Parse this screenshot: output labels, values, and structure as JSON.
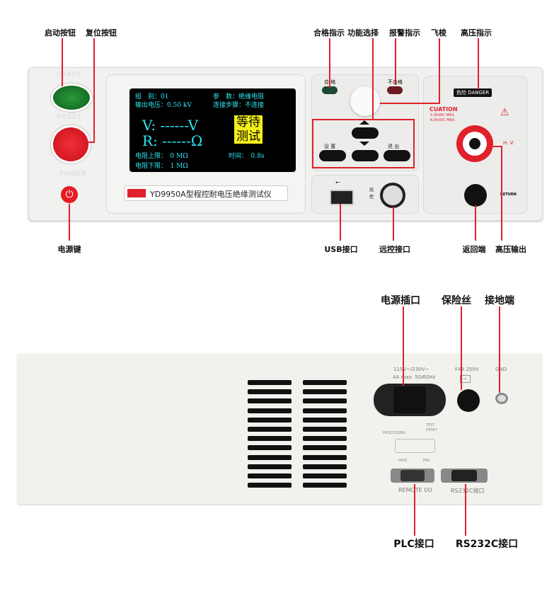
{
  "front": {
    "callouts_top": {
      "start": "启动按钮",
      "reset": "复位按钮",
      "pass": "合格指示",
      "function": "功能选择",
      "alarm": "报警指示",
      "shuttle": "飞梭",
      "hv_indicator": "高压指示"
    },
    "callouts_bottom": {
      "power": "电源键",
      "usb": "USB接口",
      "remote": "远控接口",
      "return": "返回端",
      "hv_output": "高压输出"
    },
    "panel_labels": {
      "start": "START",
      "reset": "RESET",
      "power": "POWER",
      "pass": "合 格",
      "fail": "不合格",
      "set": "设 置",
      "exit": "退 出",
      "remote": "远 控",
      "danger": "危险 DANGER",
      "caution": "CUATION",
      "vac": "5.0kVAC MAX.",
      "vdc": "6.0kVDC MAX.",
      "hv": "H. V.",
      "return": "RETURN"
    },
    "screen": {
      "group": "组　别：01",
      "param": "参　数：绝缘电阻",
      "voltage": "输出电压：0.50 kV",
      "step": "连接步骤：不连接",
      "v_line": "V: ------V",
      "r_line": "R: ------Ω",
      "status1": "等待",
      "status2": "测试",
      "upper": "电阻上限：　0 MΩ",
      "lower": "电阻下限：　1 MΩ",
      "time": "时间：　0.8s"
    },
    "nameplate": "YD9950A型程控耐电压绝缘测试仪"
  },
  "rear": {
    "callouts_top": {
      "power_socket": "电源插口",
      "fuse": "保险丝",
      "ground": "接地端"
    },
    "callouts_bottom": {
      "plc": "PLC接口",
      "rs232": "RS232C接口"
    },
    "panel_labels": {
      "power_rating1": "115V~/230V~",
      "power_rating2": "4A max. 50/60Hz",
      "fuse_rating": "F4A 250V",
      "gnd": "GND",
      "test": "TEST",
      "reset": "RESET",
      "processing": "PROCESSING",
      "pass": "PASS",
      "fail": "FAIL",
      "remote_io": "REMOTE I/O",
      "rs232_label": "RS232C接口"
    }
  },
  "colors": {
    "callout_line": "#e0202a",
    "screen_text": "#2ee6f2",
    "status_bg": "#f4f01a"
  }
}
